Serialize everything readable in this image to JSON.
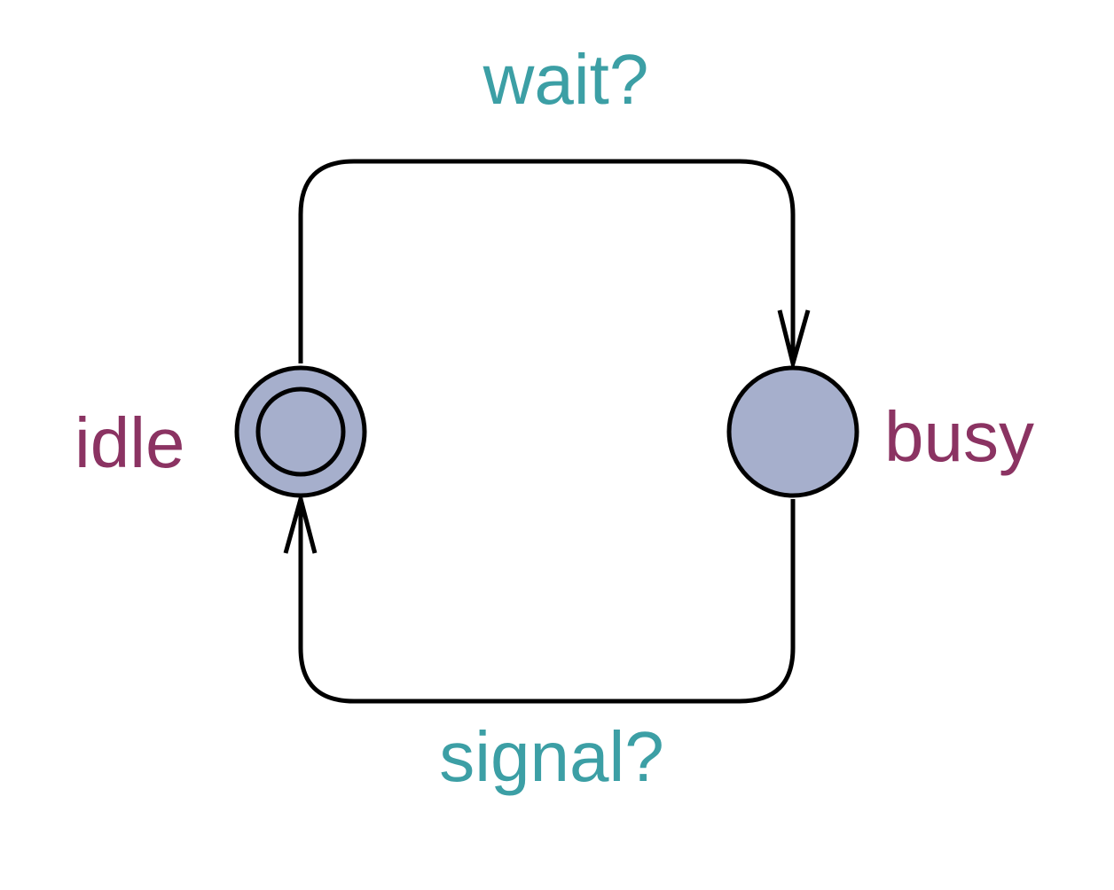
{
  "colors": {
    "state_fill": "#A6AFCC",
    "stroke": "#000000",
    "state_label": "#8B3362",
    "sync_label": "#3C9FA5",
    "background": "#FFFFFF"
  },
  "states": [
    {
      "id": "idle",
      "name": "idle",
      "initial": true
    },
    {
      "id": "busy",
      "name": "busy",
      "initial": false
    }
  ],
  "transitions": [
    {
      "from": "idle",
      "to": "busy",
      "sync": "wait?"
    },
    {
      "from": "busy",
      "to": "idle",
      "sync": "signal?"
    }
  ]
}
